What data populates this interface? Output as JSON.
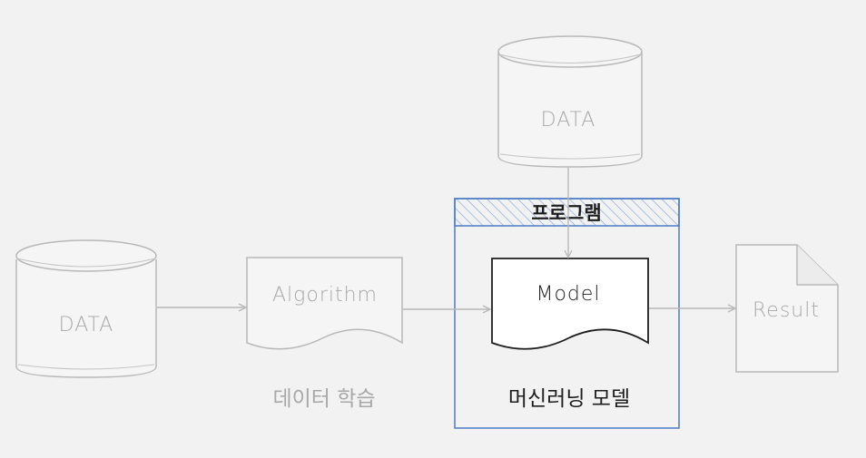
{
  "diagram": {
    "data_left": "DATA",
    "data_top": "DATA",
    "algorithm": "Algorithm",
    "algorithm_caption": "데이터 학습",
    "program_title": "프로그램",
    "model": "Model",
    "model_caption": "머신러닝 모델",
    "result": "Result"
  },
  "colors": {
    "faded_stroke": "#b8b8b8",
    "faded_text": "#a8a8a8",
    "dark_stroke": "#1e1e1e",
    "program_border": "#4a7bc4",
    "program_hatch": "#7aa0d8",
    "background": "#f2f2f2"
  }
}
